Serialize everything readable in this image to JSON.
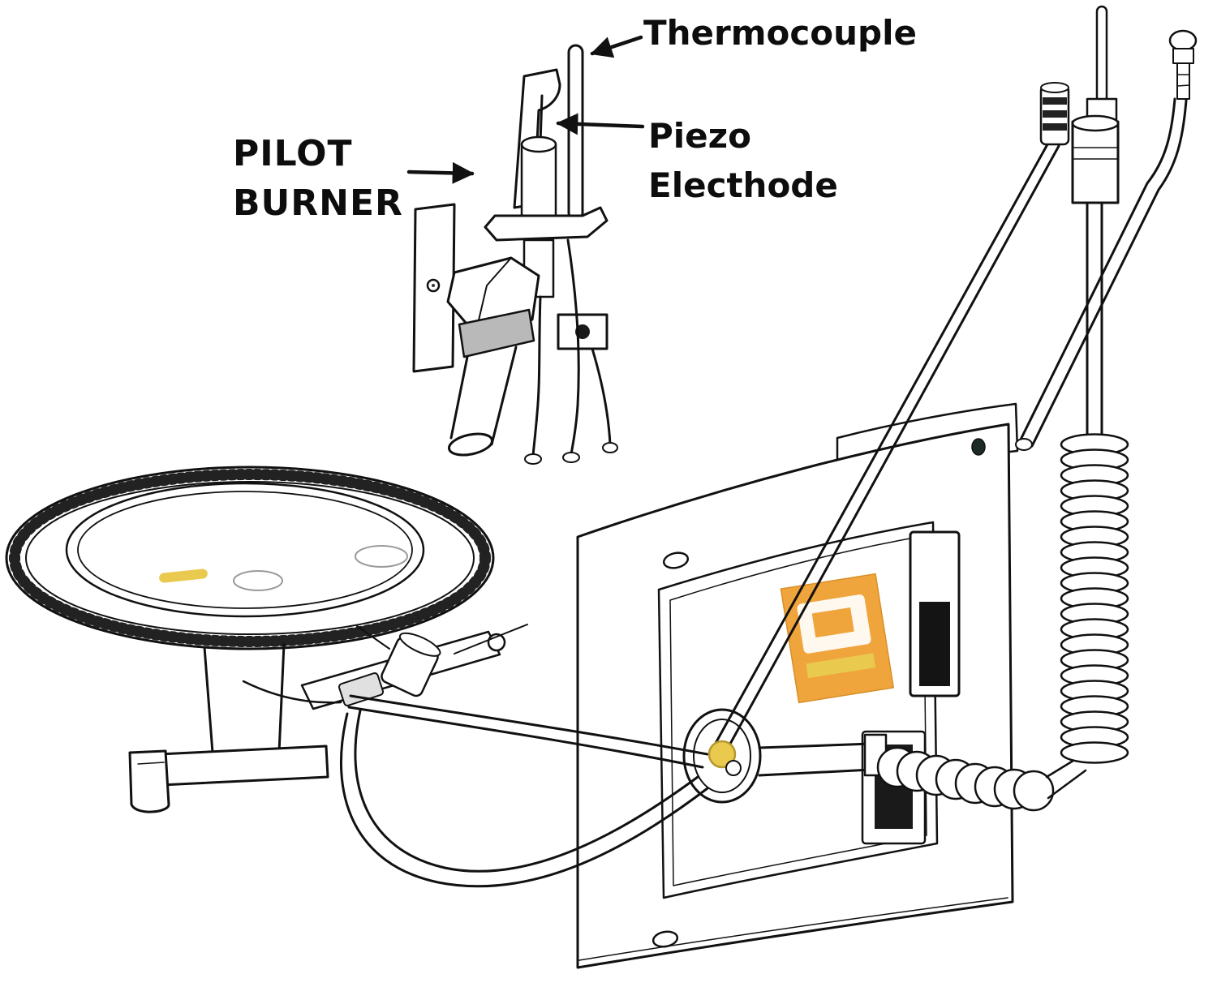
{
  "diagram": {
    "labels": {
      "thermocouple": "Thermocouple",
      "pilot_line1": "PILOT",
      "pilot_line2": "BURNER",
      "piezo_line1": "Piezo",
      "piezo_line2": "Electhode"
    },
    "colors": {
      "line": "#111111",
      "label_orange": "#f0a43c",
      "flame_yellow": "#e9c94e",
      "metal_gray": "#b9b9b9",
      "background": "#ffffff"
    }
  }
}
